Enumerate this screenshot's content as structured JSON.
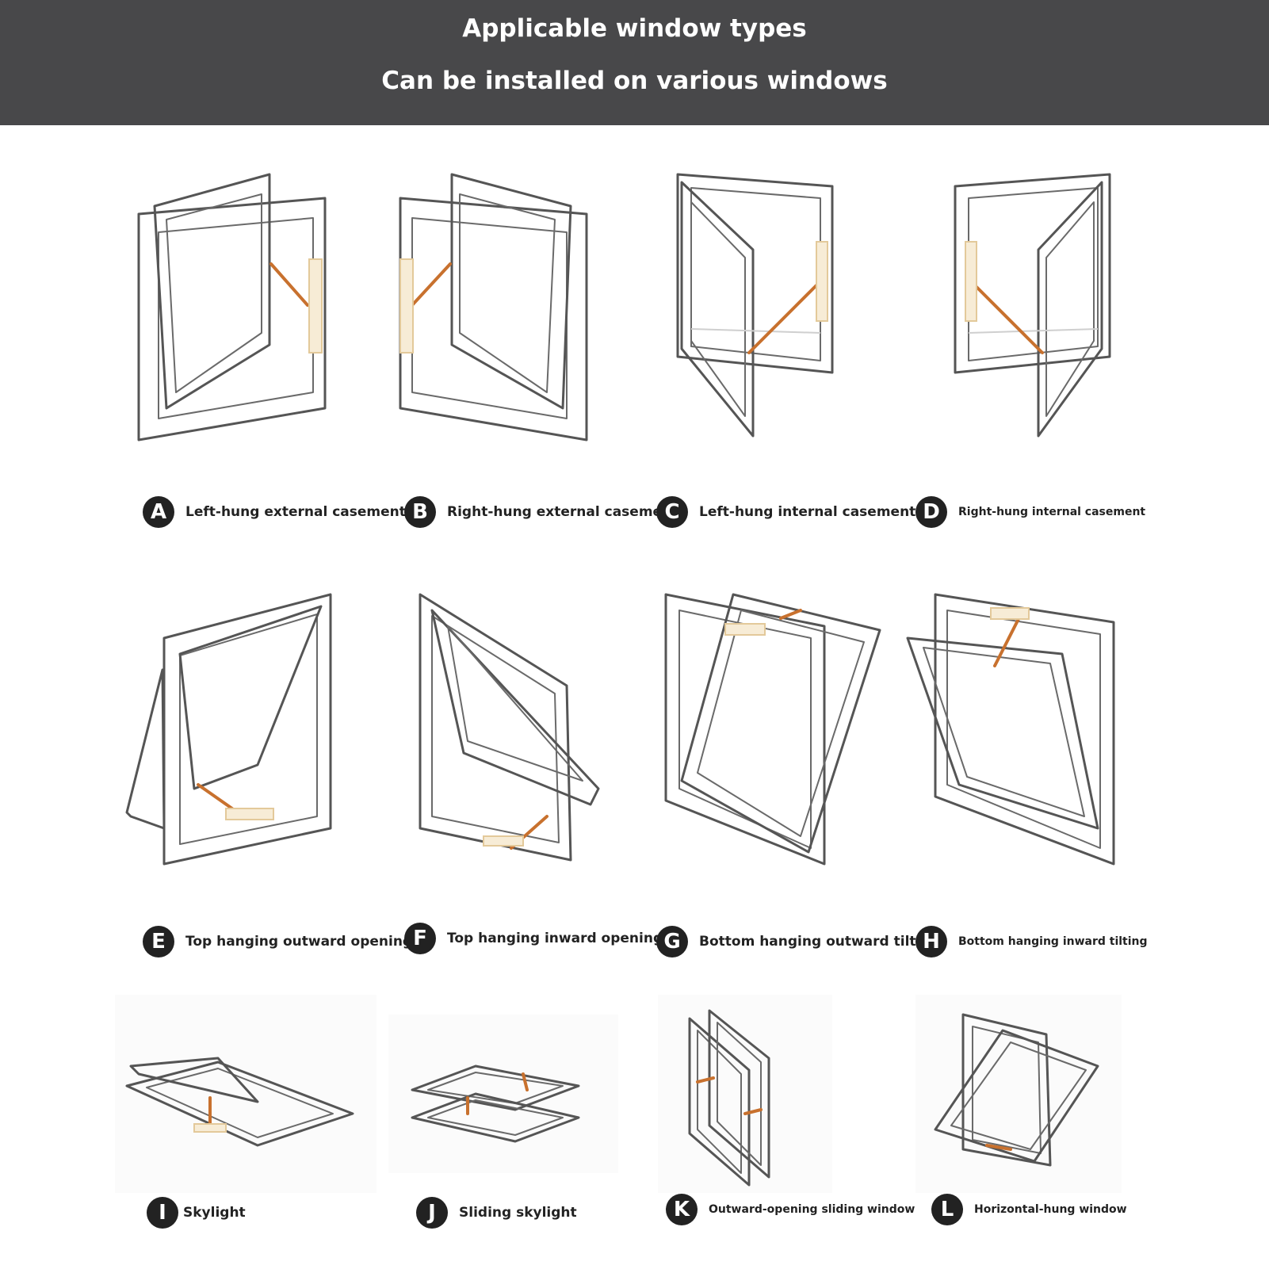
{
  "header": {
    "title": "Applicable window types",
    "subtitle": "Can be installed on various windows"
  },
  "windows": [
    {
      "letter": "A",
      "label": "Left-hung external casement"
    },
    {
      "letter": "B",
      "label": "Right-hung external casement"
    },
    {
      "letter": "C",
      "label": "Left-hung internal casement"
    },
    {
      "letter": "D",
      "label": "Right-hung internal casement"
    },
    {
      "letter": "E",
      "label": "Top hanging outward opening"
    },
    {
      "letter": "F",
      "label": "Top hanging inward opening"
    },
    {
      "letter": "G",
      "label": "Bottom hanging outward tilting"
    },
    {
      "letter": "H",
      "label": "Bottom hanging inward tilting"
    },
    {
      "letter": "I",
      "label": "Skylight"
    },
    {
      "letter": "J",
      "label": "Sliding skylight"
    },
    {
      "letter": "K",
      "label": "Outward-opening sliding window"
    },
    {
      "letter": "L",
      "label": "Horizontal-hung window"
    }
  ],
  "colors": {
    "header_bg": "#48484a",
    "frame": "#555555",
    "arm": "#c8712e",
    "hinge": "#f7ecd6",
    "badge": "#222222"
  }
}
